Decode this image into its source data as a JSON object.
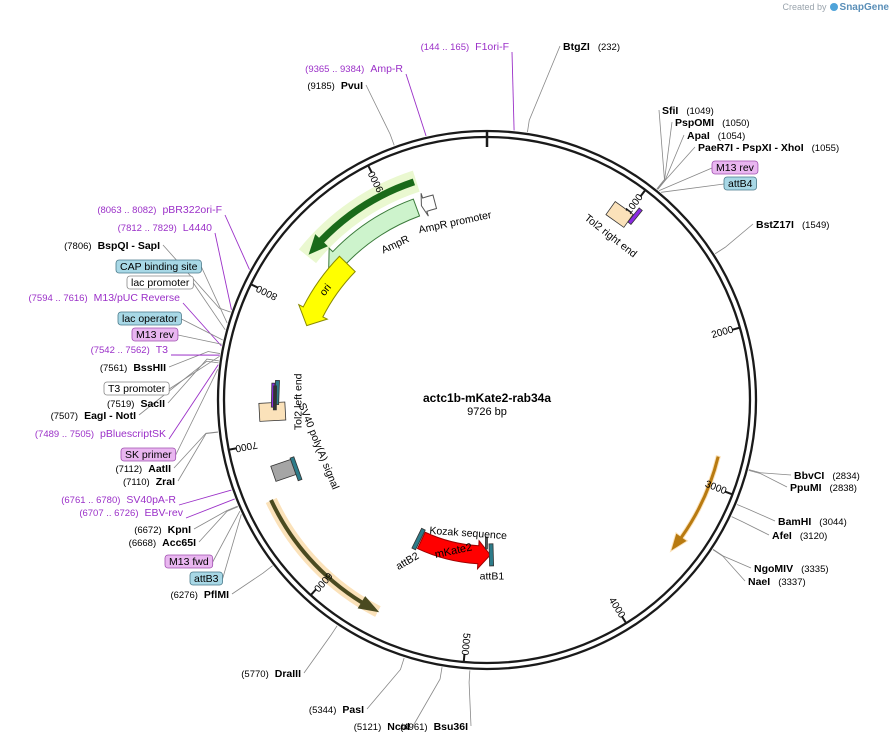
{
  "brand": {
    "created_by": "Created by",
    "name": "SnapGene"
  },
  "plasmid": {
    "name": "actc1b-mKate2-rab34a",
    "length": 9726,
    "length_label": "9726 bp"
  },
  "ruler": [
    {
      "bp": 1000,
      "label": "1000"
    },
    {
      "bp": 2000,
      "label": "2000"
    },
    {
      "bp": 3000,
      "label": "3000"
    },
    {
      "bp": 4000,
      "label": "4000"
    },
    {
      "bp": 5000,
      "label": "5000"
    },
    {
      "bp": 6000,
      "label": "6000"
    },
    {
      "bp": 7000,
      "label": "7000"
    },
    {
      "bp": 8000,
      "label": "8000"
    },
    {
      "bp": 9000,
      "label": "9000"
    }
  ],
  "colors": {
    "backbone": "#1a1a1a",
    "enzyme_text": "#000000",
    "feature_text": "#9b30c8",
    "amp_r": "#cdf3cc",
    "ori": "#ffff00",
    "mkate2": "#ff0000",
    "insert_arrow": "#fbe2ba",
    "primer_box": "#e9b6f0",
    "gray_box": "#a8d8e6",
    "promoter_box": "#ffffff",
    "tol2": "#fbe2ba",
    "sv40": "#a5a5a5",
    "attb": "#2d7c8a"
  },
  "enzymes": [
    {
      "name": "BtgZI",
      "pos": "(232)",
      "bp": 232
    },
    {
      "name": "SfiI",
      "pos": "(1049)",
      "bp": 1049
    },
    {
      "name": "PspOMI",
      "pos": "(1050)",
      "bp": 1050
    },
    {
      "name": "ApaI",
      "pos": "(1054)",
      "bp": 1054
    },
    {
      "name": "PaeR7I",
      "extra": [
        "PspXI",
        "XhoI"
      ],
      "pos": "(1055)",
      "bp": 1055
    },
    {
      "name": "BstZ17I",
      "pos": "(1549)",
      "bp": 1549
    },
    {
      "name": "BbvCI",
      "pos": "(2834)",
      "bp": 2834
    },
    {
      "name": "PpuMI",
      "pos": "(2838)",
      "bp": 2838
    },
    {
      "name": "BamHI",
      "pos": "(3044)",
      "bp": 3044
    },
    {
      "name": "AfeI",
      "pos": "(3120)",
      "bp": 3120
    },
    {
      "name": "NgoMIV",
      "pos": "(3335)",
      "bp": 3335
    },
    {
      "name": "NaeI",
      "pos": "(3337)",
      "bp": 3337
    },
    {
      "name": "Bsu36I",
      "pos": "(4961)",
      "bp": 4961
    },
    {
      "name": "NcoI",
      "pos": "(5121)",
      "bp": 5121
    },
    {
      "name": "PasI",
      "pos": "(5344)",
      "bp": 5344
    },
    {
      "name": "DraIII",
      "pos": "(5770)",
      "bp": 5770
    },
    {
      "name": "PflMI",
      "pos": "(6276)",
      "bp": 6276
    },
    {
      "name": "Acc65I",
      "pos": "(6668)",
      "bp": 6668
    },
    {
      "name": "KpnI",
      "pos": "(6672)",
      "bp": 6672
    },
    {
      "name": "ZraI",
      "pos": "(7110)",
      "bp": 7110
    },
    {
      "name": "AatII",
      "pos": "(7112)",
      "bp": 7112
    },
    {
      "name": "EagI",
      "extra": [
        "NotI"
      ],
      "pos": "(7507)",
      "bp": 7507
    },
    {
      "name": "SacII",
      "pos": "(7519)",
      "bp": 7519
    },
    {
      "name": "BssHII",
      "pos": "(7561)",
      "bp": 7561
    },
    {
      "name": "BspQI",
      "extra": [
        "SapI"
      ],
      "pos": "(7806)",
      "bp": 7806
    },
    {
      "name": "PvuI",
      "pos": "(9185)",
      "bp": 9185
    }
  ],
  "feature_labels": [
    {
      "name": "F1ori-F",
      "range": "(144 .. 165)",
      "bp": 155
    },
    {
      "name": "Amp-R",
      "range": "(9365 .. 9384)",
      "bp": 9375
    },
    {
      "name": "pBR322ori-F",
      "range": "(8063 .. 8082)",
      "bp": 8072
    },
    {
      "name": "L4440",
      "range": "(7812 .. 7829)",
      "bp": 7820
    },
    {
      "name": "M13/pUC Reverse",
      "range": "(7594 .. 7616)",
      "bp": 7605
    },
    {
      "name": "T3",
      "range": "(7542 .. 7562)",
      "bp": 7552
    },
    {
      "name": "pBluescriptSK",
      "range": "(7489 .. 7505)",
      "bp": 7497
    },
    {
      "name": "SV40pA-R",
      "range": "(6761 .. 6780)",
      "bp": 6770
    },
    {
      "name": "EBV-rev",
      "range": "(6707 .. 6726)",
      "bp": 6716
    }
  ],
  "boxed_labels": [
    {
      "name": "M13 rev",
      "style": "primer",
      "bp": 1065
    },
    {
      "name": "attB4",
      "style": "gray",
      "bp": 1080
    },
    {
      "name": "CAP binding site",
      "style": "gray",
      "bp": 7740
    },
    {
      "name": "lac promoter",
      "style": "promoter",
      "bp": 7700
    },
    {
      "name": "lac operator",
      "style": "gray",
      "bp": 7640
    },
    {
      "name": "M13 rev",
      "style": "primer",
      "bp": 7615
    },
    {
      "name": "T3 promoter",
      "style": "promoter",
      "bp": 7545
    },
    {
      "name": "SK primer",
      "style": "primer",
      "bp": 7470
    },
    {
      "name": "M13 fwd",
      "style": "primer",
      "bp": 6640
    },
    {
      "name": "attB3",
      "style": "gray",
      "bp": 6620
    }
  ],
  "features": [
    {
      "name": "AmpR",
      "start": 8360,
      "end": 9222
    },
    {
      "name": "AmpR promoter",
      "start": 9222,
      "end": 9327
    },
    {
      "name": "ori",
      "start": 7900,
      "end": 8490
    },
    {
      "name": "Tol2 right end",
      "start": 960,
      "end": 1020
    },
    {
      "name": "Tol2 left end",
      "start": 7210,
      "end": 7380
    },
    {
      "name": "SV40 poly(A) signal",
      "start": 6780,
      "end": 6900
    },
    {
      "name": "mKate2",
      "start": 4830,
      "end": 5540
    },
    {
      "name": "attB1",
      "start": 4820,
      "end": 4850
    },
    {
      "name": "attB2",
      "start": 5540,
      "end": 5570
    },
    {
      "name": "Kozak sequence",
      "start": 4870,
      "end": 4880
    },
    {
      "name": "insert-cw",
      "start": 2800,
      "end": 3500
    },
    {
      "name": "insert-ccw",
      "start": 5600,
      "end": 6620
    }
  ]
}
